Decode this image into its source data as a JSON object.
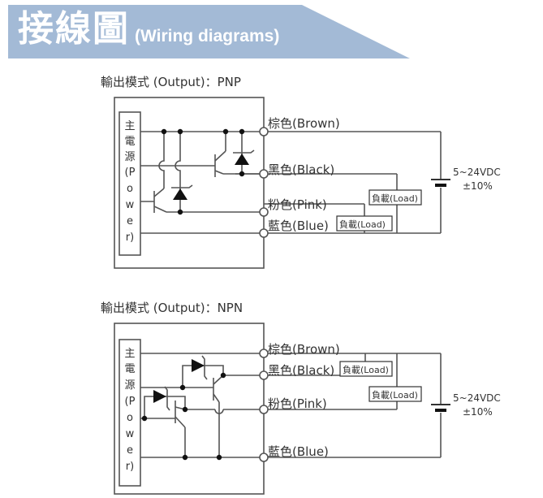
{
  "banner": {
    "title_zh": "接線圖",
    "title_en": "(Wiring diagrams)",
    "bg_color": "#a3bad6"
  },
  "power_label_chars": [
    "主",
    "電",
    "源",
    "(P",
    "o",
    "w",
    "e",
    "r)"
  ],
  "supply": {
    "voltage": "5~24VDC",
    "tolerance": "±10%"
  },
  "load_label": "負載(Load)",
  "diagrams": [
    {
      "title": "輸出模式 (Output)：PNP",
      "wires": [
        "棕色(Brown)",
        "黑色(Black)",
        "粉色(Pink)",
        "藍色(Blue)"
      ]
    },
    {
      "title": "輸出模式 (Output)：NPN",
      "wires": [
        "棕色(Brown)",
        "黑色(Black)",
        "粉色(Pink)",
        "藍色(Blue)"
      ]
    }
  ],
  "colors": {
    "line": "#555555",
    "text": "#333333",
    "banner_text": "#ffffff"
  }
}
